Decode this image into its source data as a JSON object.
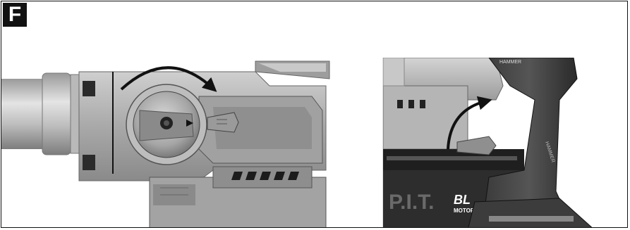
{
  "figure": {
    "label": "F"
  },
  "right_view": {
    "brand_text": "P.I.T.",
    "motor_badge_top": "BL",
    "motor_badge_bottom": "MOTOR",
    "handle_text": "HAMMER",
    "top_text": "HAMMER"
  }
}
